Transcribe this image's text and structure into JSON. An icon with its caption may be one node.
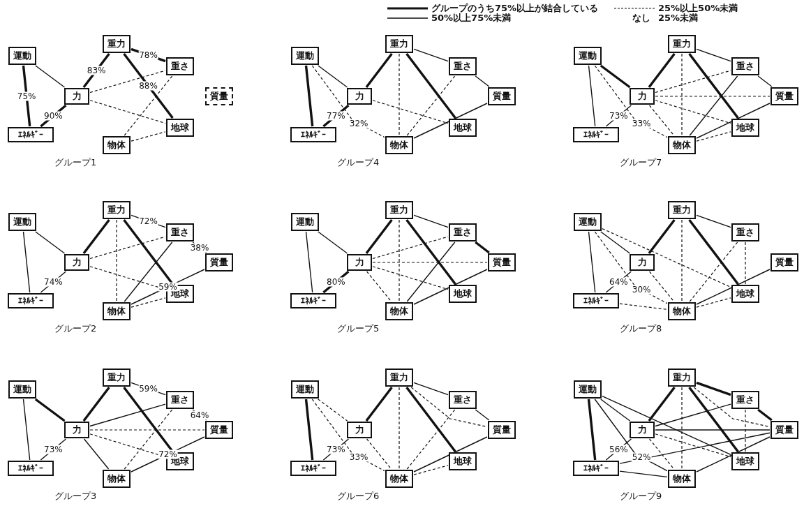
{
  "diagram": {
    "nodes": [
      {
        "text": [
          "運動"
        ]
      },
      {
        "text": [
          "力"
        ]
      },
      {
        "text": [
          "重力"
        ]
      },
      {
        "text": [
          "重さ"
        ]
      },
      {
        "text": [
          "質量"
        ]
      },
      {
        "text": [
          "地球"
        ]
      },
      {
        "text": [
          "物体"
        ]
      },
      {
        "text": [
          "ｴﾈﾙｷﾞｰ"
        ]
      },
      {
        "text": [
          "運動"
        ]
      },
      {
        "text": [
          "力"
        ]
      },
      {
        "text": [
          "重力"
        ]
      },
      {
        "text": [
          "重さ"
        ]
      },
      {
        "text": [
          "質量"
        ]
      },
      {
        "text": [
          "地球"
        ]
      },
      {
        "text": [
          "物体"
        ]
      },
      {
        "text": [
          "ｴﾈﾙｷﾞｰ"
        ]
      },
      {
        "text": [
          "運動"
        ]
      },
      {
        "text": [
          "力"
        ]
      },
      {
        "text": [
          "重力"
        ]
      },
      {
        "text": [
          "重さ"
        ]
      },
      {
        "text": [
          "質量"
        ]
      },
      {
        "text": [
          "地球"
        ]
      },
      {
        "text": [
          "物体"
        ]
      },
      {
        "text": [
          "ｴﾈﾙｷﾞｰ"
        ]
      },
      {
        "text": [
          "運動"
        ]
      },
      {
        "text": [
          "力"
        ]
      },
      {
        "text": [
          "重力"
        ]
      },
      {
        "text": [
          "重さ"
        ]
      },
      {
        "text": [
          "質量"
        ]
      },
      {
        "text": [
          "地球"
        ]
      },
      {
        "text": [
          "物体"
        ]
      },
      {
        "text": [
          "ｴﾈﾙｷﾞｰ"
        ]
      },
      {
        "text": [
          "運動"
        ]
      },
      {
        "text": [
          "力"
        ]
      },
      {
        "text": [
          "重力"
        ]
      },
      {
        "text": [
          "重さ"
        ]
      },
      {
        "text": [
          "質量"
        ]
      },
      {
        "text": [
          "地球"
        ]
      },
      {
        "text": [
          "物体"
        ]
      },
      {
        "text": [
          "ｴﾈﾙｷﾞｰ"
        ]
      },
      {
        "text": [
          "運動"
        ]
      },
      {
        "text": [
          "力"
        ]
      },
      {
        "text": [
          "重力"
        ]
      },
      {
        "text": [
          "重さ"
        ]
      },
      {
        "text": [
          "質量"
        ]
      },
      {
        "text": [
          "地球"
        ]
      },
      {
        "text": [
          "物体"
        ]
      },
      {
        "text": [
          "ｴﾈﾙｷﾞｰ"
        ]
      },
      {
        "text": [
          "運動"
        ]
      },
      {
        "text": [
          "力"
        ]
      },
      {
        "text": [
          "重力"
        ]
      },
      {
        "text": [
          "重さ"
        ]
      },
      {
        "text": [
          "質量"
        ]
      },
      {
        "text": [
          "地球"
        ]
      },
      {
        "text": [
          "物体"
        ]
      },
      {
        "text": [
          "ｴﾈﾙｷﾞｰ"
        ]
      },
      {
        "text": [
          "運動"
        ]
      },
      {
        "text": [
          "力"
        ]
      },
      {
        "text": [
          "重力"
        ]
      },
      {
        "text": [
          "重さ"
        ]
      },
      {
        "text": [
          "質量"
        ]
      },
      {
        "text": [
          "地球"
        ]
      },
      {
        "text": [
          "物体"
        ]
      },
      {
        "text": [
          "ｴﾈﾙｷﾞｰ"
        ]
      },
      {
        "text": [
          "運動"
        ]
      },
      {
        "text": [
          "力"
        ]
      },
      {
        "text": [
          "重力"
        ]
      },
      {
        "text": [
          "重さ"
        ]
      },
      {
        "text": [
          "質量"
        ]
      },
      {
        "text": [
          "地球"
        ]
      },
      {
        "text": [
          "物体"
        ]
      },
      {
        "text": [
          "ｴﾈﾙｷﾞｰ"
        ]
      }
    ],
    "edges": [
      {
        "from": 0,
        "to": 7,
        "arrow": "none",
        "style": "thick",
        "label": "75%"
      },
      {
        "from": 0,
        "to": 1,
        "arrow": "none"
      },
      {
        "from": 7,
        "to": 1,
        "arrow": "none",
        "style": "thick",
        "label": "90%"
      },
      {
        "from": 1,
        "to": 2,
        "arrow": "none",
        "style": "thick",
        "label": "83%"
      },
      {
        "from": 2,
        "to": 3,
        "arrow": "none",
        "style": "thick",
        "label": "78%"
      },
      {
        "from": 2,
        "to": 5,
        "arrow": "none",
        "style": "thick",
        "label": "88%"
      },
      {
        "from": 1,
        "to": 3,
        "arrow": "none",
        "style": "dashed"
      },
      {
        "from": 1,
        "to": 5,
        "arrow": "none",
        "style": "dashed"
      },
      {
        "from": 6,
        "to": 3,
        "arrow": "none",
        "style": "dashed"
      },
      {
        "from": 6,
        "to": 5,
        "arrow": "none",
        "style": "dashed"
      },
      {
        "from": 8,
        "to": 15,
        "arrow": "none"
      },
      {
        "from": 8,
        "to": 9,
        "arrow": "none"
      },
      {
        "from": 15,
        "to": 9,
        "arrow": "none",
        "label": "74%"
      },
      {
        "from": 9,
        "to": 10,
        "arrow": "none",
        "style": "thick"
      },
      {
        "from": 10,
        "to": 11,
        "arrow": "none",
        "label": "72%"
      },
      {
        "from": 10,
        "to": 13,
        "arrow": "none",
        "style": "thick"
      },
      {
        "from": 10,
        "to": 14,
        "arrow": "none",
        "style": "dashed"
      },
      {
        "from": 9,
        "to": 11,
        "arrow": "none",
        "style": "dashed"
      },
      {
        "from": 9,
        "to": 13,
        "arrow": "none",
        "style": "dashed"
      },
      {
        "from": 14,
        "to": 11,
        "arrow": "none"
      },
      {
        "from": 14,
        "to": 12,
        "arrow": "none",
        "label": "59%"
      },
      {
        "from": 11,
        "to": 12,
        "arrow": "none",
        "style": "dashed",
        "label": "38%"
      },
      {
        "from": 14,
        "to": 13,
        "arrow": "none",
        "style": "dashed"
      },
      {
        "from": 16,
        "to": 23,
        "arrow": "none"
      },
      {
        "from": 16,
        "to": 17,
        "arrow": "none",
        "style": "thick"
      },
      {
        "from": 23,
        "to": 17,
        "arrow": "none",
        "label": "73%"
      },
      {
        "from": 17,
        "to": 18,
        "arrow": "none",
        "style": "thick"
      },
      {
        "from": 18,
        "to": 19,
        "arrow": "none",
        "label": "59%"
      },
      {
        "from": 18,
        "to": 21,
        "arrow": "none",
        "style": "thick"
      },
      {
        "from": 17,
        "to": 19,
        "arrow": "none"
      },
      {
        "from": 17,
        "to": 20,
        "arrow": "none",
        "style": "dashed"
      },
      {
        "from": 17,
        "to": 21,
        "arrow": "none",
        "style": "dashed"
      },
      {
        "from": 17,
        "to": 22,
        "arrow": "none"
      },
      {
        "from": 22,
        "to": 19,
        "arrow": "none",
        "style": "dashed"
      },
      {
        "from": 19,
        "to": 20,
        "arrow": "none",
        "label": "64%"
      },
      {
        "from": 22,
        "to": 20,
        "arrow": "none",
        "label": "72%"
      },
      {
        "from": 24,
        "to": 31,
        "arrow": "none",
        "style": "thick"
      },
      {
        "from": 24,
        "to": 25,
        "arrow": "none"
      },
      {
        "from": 24,
        "to": 30,
        "arrow": "none",
        "style": "dashed",
        "label": "32%"
      },
      {
        "from": 31,
        "to": 25,
        "arrow": "none",
        "style": "thick",
        "label": "77%"
      },
      {
        "from": 25,
        "to": 26,
        "arrow": "none",
        "style": "thick"
      },
      {
        "from": 25,
        "to": 29,
        "arrow": "none",
        "style": "dashed"
      },
      {
        "from": 26,
        "to": 27,
        "arrow": "none"
      },
      {
        "from": 26,
        "to": 29,
        "arrow": "none",
        "style": "thick"
      },
      {
        "from": 26,
        "to": 30,
        "arrow": "none",
        "style": "dashed"
      },
      {
        "from": 30,
        "to": 27,
        "arrow": "none",
        "style": "dashed"
      },
      {
        "from": 30,
        "to": 28,
        "arrow": "none"
      },
      {
        "from": 27,
        "to": 28,
        "arrow": "none"
      },
      {
        "from": 32,
        "to": 39,
        "arrow": "none"
      },
      {
        "from": 32,
        "to": 33,
        "arrow": "none"
      },
      {
        "from": 39,
        "to": 33,
        "arrow": "none",
        "style": "thick",
        "label": "80%"
      },
      {
        "from": 33,
        "to": 34,
        "arrow": "none",
        "style": "thick"
      },
      {
        "from": 33,
        "to": 35,
        "arrow": "none",
        "style": "dashed"
      },
      {
        "from": 33,
        "to": 36,
        "arrow": "none",
        "style": "dashed"
      },
      {
        "from": 33,
        "to": 37,
        "arrow": "none",
        "style": "dashed"
      },
      {
        "from": 33,
        "to": 38,
        "arrow": "none",
        "style": "dashed"
      },
      {
        "from": 34,
        "to": 35,
        "arrow": "none"
      },
      {
        "from": 34,
        "to": 37,
        "arrow": "none",
        "style": "thick"
      },
      {
        "from": 34,
        "to": 38,
        "arrow": "none",
        "style": "dashed"
      },
      {
        "from": 38,
        "to": 35,
        "arrow": "none"
      },
      {
        "from": 38,
        "to": 36,
        "arrow": "none"
      },
      {
        "from": 35,
        "to": 36,
        "arrow": "none",
        "style": "thick"
      },
      {
        "from": 40,
        "to": 47,
        "arrow": "none",
        "style": "thick"
      },
      {
        "from": 40,
        "to": 41,
        "arrow": "none",
        "style": "dashed"
      },
      {
        "from": 40,
        "to": 46,
        "arrow": "none",
        "style": "dashed",
        "label": "33%"
      },
      {
        "from": 47,
        "to": 41,
        "arrow": "none",
        "label": "73%"
      },
      {
        "from": 41,
        "to": 42,
        "arrow": "none",
        "style": "thick"
      },
      {
        "from": 41,
        "to": 46,
        "arrow": "none",
        "style": "dashed"
      },
      {
        "from": 42,
        "to": 43,
        "arrow": "none"
      },
      {
        "from": 42,
        "to": 44,
        "arrow": "none",
        "style": "dashed"
      },
      {
        "from": 42,
        "to": 45,
        "arrow": "none",
        "style": "thick"
      },
      {
        "from": 42,
        "to": 46,
        "arrow": "none",
        "style": "dashed"
      },
      {
        "from": 43,
        "to": 44,
        "arrow": "none"
      },
      {
        "from": 46,
        "to": 43,
        "arrow": "none",
        "style": "dashed"
      },
      {
        "from": 46,
        "to": 44,
        "arrow": "none"
      },
      {
        "from": 46,
        "to": 45,
        "arrow": "none",
        "style": "dashed"
      },
      {
        "from": 48,
        "to": 55,
        "arrow": "none"
      },
      {
        "from": 48,
        "to": 49,
        "arrow": "none",
        "style": "thick"
      },
      {
        "from": 48,
        "to": 54,
        "arrow": "none",
        "style": "dashed",
        "label": "33%"
      },
      {
        "from": 55,
        "to": 49,
        "arrow": "none",
        "label": "73%"
      },
      {
        "from": 49,
        "to": 50,
        "arrow": "none",
        "style": "thick"
      },
      {
        "from": 49,
        "to": 51,
        "arrow": "none",
        "style": "dashed"
      },
      {
        "from": 49,
        "to": 52,
        "arrow": "none",
        "style": "dashed"
      },
      {
        "from": 49,
        "to": 53,
        "arrow": "none",
        "style": "dashed"
      },
      {
        "from": 49,
        "to": 54,
        "arrow": "none",
        "style": "dashed"
      },
      {
        "from": 50,
        "to": 51,
        "arrow": "none"
      },
      {
        "from": 50,
        "to": 53,
        "arrow": "none",
        "style": "thick"
      },
      {
        "from": 50,
        "to": 54,
        "arrow": "none",
        "style": "dashed"
      },
      {
        "from": 51,
        "to": 52,
        "arrow": "none"
      },
      {
        "from": 54,
        "to": 51,
        "arrow": "none"
      },
      {
        "from": 54,
        "to": 52,
        "arrow": "none"
      },
      {
        "from": 54,
        "to": 53,
        "arrow": "none",
        "style": "dashed"
      },
      {
        "from": 56,
        "to": 63,
        "arrow": "none"
      },
      {
        "from": 56,
        "to": 57,
        "arrow": "none"
      },
      {
        "from": 56,
        "to": 61,
        "arrow": "none",
        "style": "dashed"
      },
      {
        "from": 56,
        "to": 62,
        "arrow": "none",
        "style": "dashed",
        "label": "30%"
      },
      {
        "from": 63,
        "to": 57,
        "arrow": "none",
        "label": "64%"
      },
      {
        "from": 63,
        "to": 62,
        "arrow": "none",
        "style": "dashed"
      },
      {
        "from": 57,
        "to": 58,
        "arrow": "none",
        "style": "thick"
      },
      {
        "from": 57,
        "to": 62,
        "arrow": "none",
        "style": "dashed"
      },
      {
        "from": 58,
        "to": 59,
        "arrow": "none"
      },
      {
        "from": 58,
        "to": 61,
        "arrow": "none",
        "style": "thick"
      },
      {
        "from": 58,
        "to": 62,
        "arrow": "none",
        "style": "dashed"
      },
      {
        "from": 59,
        "to": 61,
        "arrow": "none",
        "style": "dashed"
      },
      {
        "from": 62,
        "to": 59,
        "arrow": "none",
        "style": "dashed"
      },
      {
        "from": 62,
        "to": 60,
        "arrow": "none"
      },
      {
        "from": 62,
        "to": 61,
        "arrow": "none",
        "style": "dashed"
      },
      {
        "from": 64,
        "to": 71,
        "arrow": "none",
        "style": "thick"
      },
      {
        "from": 64,
        "to": 65,
        "arrow": "none"
      },
      {
        "from": 64,
        "to": 70,
        "arrow": "none",
        "label": "52%"
      },
      {
        "from": 64,
        "to": 69,
        "arrow": "none"
      },
      {
        "from": 71,
        "to": 65,
        "arrow": "none",
        "label": "56%"
      },
      {
        "from": 71,
        "to": 68,
        "arrow": "none"
      },
      {
        "from": 71,
        "to": 70,
        "arrow": "none"
      },
      {
        "from": 65,
        "to": 66,
        "arrow": "none",
        "style": "thick"
      },
      {
        "from": 65,
        "to": 67,
        "arrow": "none"
      },
      {
        "from": 65,
        "to": 68,
        "arrow": "none"
      },
      {
        "from": 65,
        "to": 69,
        "arrow": "none",
        "style": "dashed"
      },
      {
        "from": 65,
        "to": 70,
        "arrow": "none",
        "style": "dashed"
      },
      {
        "from": 66,
        "to": 67,
        "arrow": "none",
        "style": "thick"
      },
      {
        "from": 66,
        "to": 68,
        "arrow": "none",
        "style": "dashed"
      },
      {
        "from": 66,
        "to": 69,
        "arrow": "none",
        "style": "thick"
      },
      {
        "from": 66,
        "to": 70,
        "arrow": "none",
        "style": "dashed"
      },
      {
        "from": 67,
        "to": 68,
        "arrow": "none",
        "style": "thick"
      },
      {
        "from": 67,
        "to": 69,
        "arrow": "none",
        "style": "dashed"
      },
      {
        "from": 70,
        "to": 68,
        "arrow": "none"
      }
    ],
    "labels": [
      "なし",
      "グループ1",
      "グループ4",
      "グループ7",
      "グループ2",
      "グループ5",
      "グループ8",
      "グループ3",
      "グループ6",
      "グループ9"
    ],
    "legend": [
      {
        "text": "グループのうち75%以上が結合している"
      },
      {
        "text": "50%以上75%未満"
      },
      {
        "text": "25%以上50%未満"
      },
      {
        "text": "25%未満"
      }
    ]
  }
}
